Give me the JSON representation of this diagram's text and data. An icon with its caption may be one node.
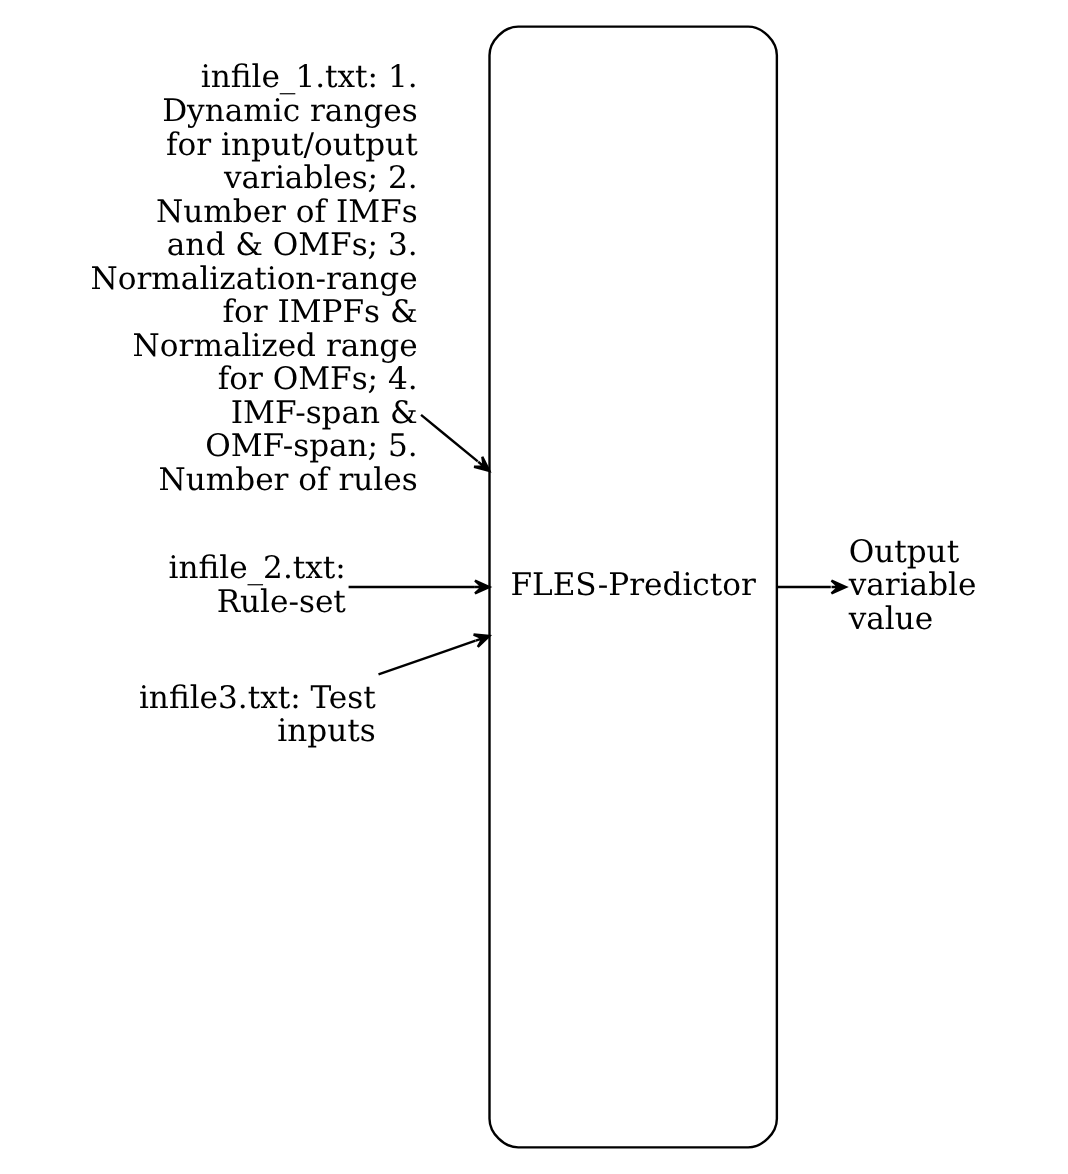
{
  "diagram": {
    "nodes": [
      {
        "text": [
          "infile_1.txt: 1. Dynamic ranges for input/output variables; 2. Number of IMFs and & OMFs; 3. Normalization-range for IMPFs & Normalized range for OMFs; 4. IMF-span & OMF-span; 5. Number of rules"
        ]
      },
      {
        "text": [
          "infile_2.txt: Rule-set"
        ]
      },
      {
        "text": [
          "infile3.txt: Test inputs"
        ]
      },
      {
        "text": [
          "FLES-Predictor"
        ]
      },
      {
        "text": [
          "Output variable value"
        ]
      }
    ],
    "edges": [
      {
        "from": 0,
        "to": 3,
        "arrow": "to"
      },
      {
        "from": 1,
        "to": 3,
        "arrow": "to"
      },
      {
        "from": 2,
        "to": 3,
        "arrow": "to"
      },
      {
        "from": 3,
        "to": 4,
        "arrow": "to"
      }
    ]
  }
}
